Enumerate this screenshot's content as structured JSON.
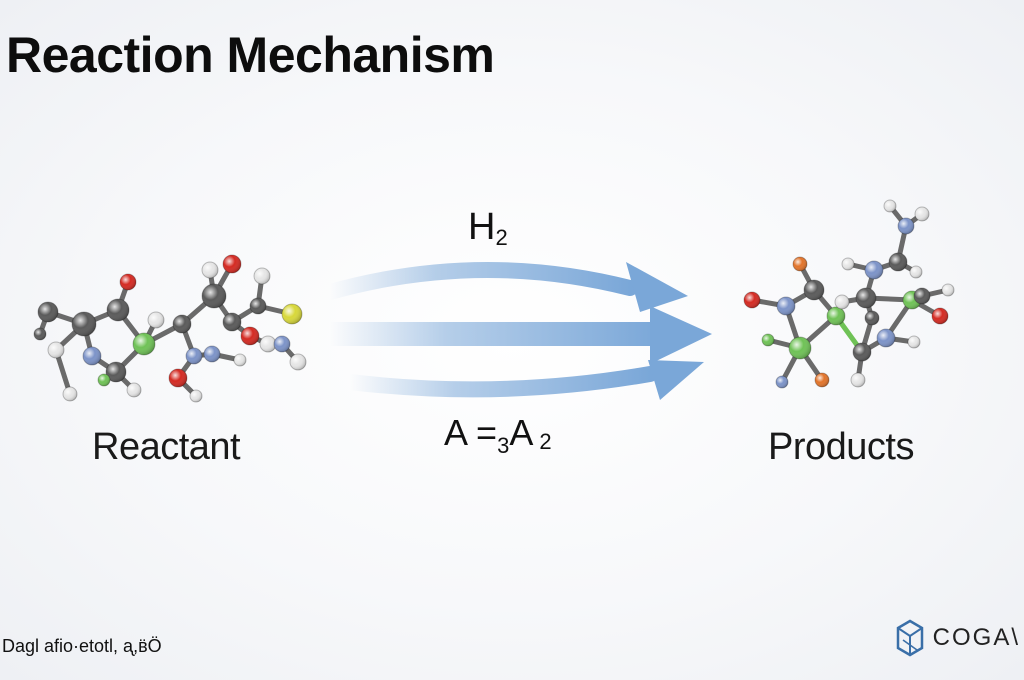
{
  "title": "Reaction Mechanism",
  "reactant_label": "Reactant",
  "products_label": "Products",
  "arrow_formula_top": {
    "base": "H",
    "sub": "2"
  },
  "arrow_formula_bottom": {
    "left": "A =",
    "pre_sub": "3",
    "mid": "A",
    "post_sub": "2"
  },
  "footer_text": "Dagl afio·etotl, ᶏ,ʙ̈Ö",
  "brand_name": "COGA\\",
  "colors": {
    "arrow": "#7aa7d8",
    "carbon": "#5a5a5a",
    "hydrogen": "#e6e6e6",
    "oxygen": "#d42a22",
    "nitrogen": "#7c93c8",
    "green": "#6fc256",
    "yellow": "#d8d83a",
    "orange": "#e2742a",
    "brand": "#3a6fa8"
  },
  "icons": {
    "brand_logo": "hexagon-cube-icon"
  }
}
